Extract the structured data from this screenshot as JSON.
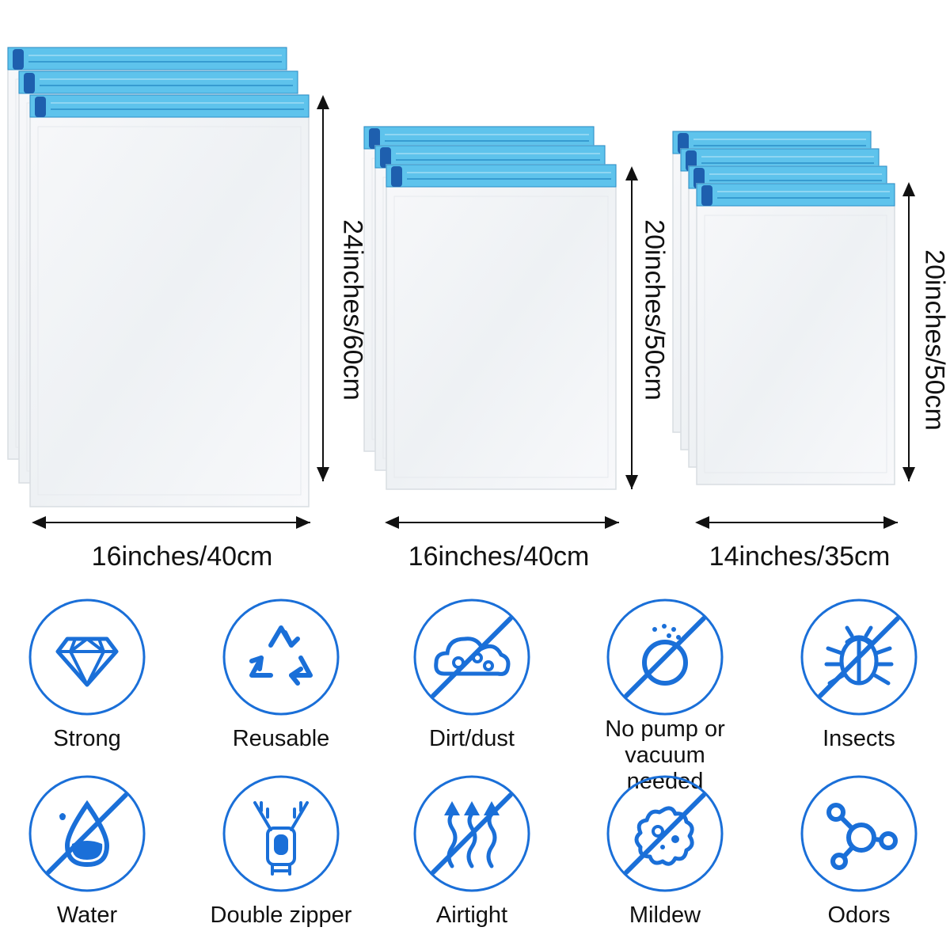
{
  "product": {
    "sets": [
      {
        "id": "large",
        "count": 3,
        "height_label": "24inches/60cm",
        "width_label": "16inches/40cm"
      },
      {
        "id": "medium",
        "count": 3,
        "height_label": "20inches/50cm",
        "width_label": "16inches/40cm"
      },
      {
        "id": "small",
        "count": 4,
        "height_label": "20inches/50cm",
        "width_label": "14inches/35cm"
      }
    ]
  },
  "features": [
    {
      "label": "Strong",
      "icon": "diamond-icon",
      "crossed": false
    },
    {
      "label": "Reusable",
      "icon": "recycle-icon",
      "crossed": false
    },
    {
      "label": "Dirt/dust",
      "icon": "dust-cloud-icon",
      "crossed": true
    },
    {
      "label": "No pump or\nvacuum needed",
      "icon": "no-pump-icon",
      "crossed": true
    },
    {
      "label": "Insects",
      "icon": "bug-icon",
      "crossed": true
    },
    {
      "label": "Water",
      "icon": "water-drop-icon",
      "crossed": true
    },
    {
      "label": "Double zipper",
      "icon": "zipper-icon",
      "crossed": false
    },
    {
      "label": "Airtight",
      "icon": "airtight-arrows-icon",
      "crossed": true
    },
    {
      "label": "Mildew",
      "icon": "mildew-icon",
      "crossed": true
    },
    {
      "label": "Odors",
      "icon": "odor-molecule-icon",
      "crossed": false
    }
  ],
  "colors": {
    "accent": "#1a6fd8",
    "zipper": "#5ec3ec",
    "zipper_dark": "#2a8fc8",
    "bag_fill": "#f3f5f7",
    "bag_edge": "#d9dde2"
  }
}
